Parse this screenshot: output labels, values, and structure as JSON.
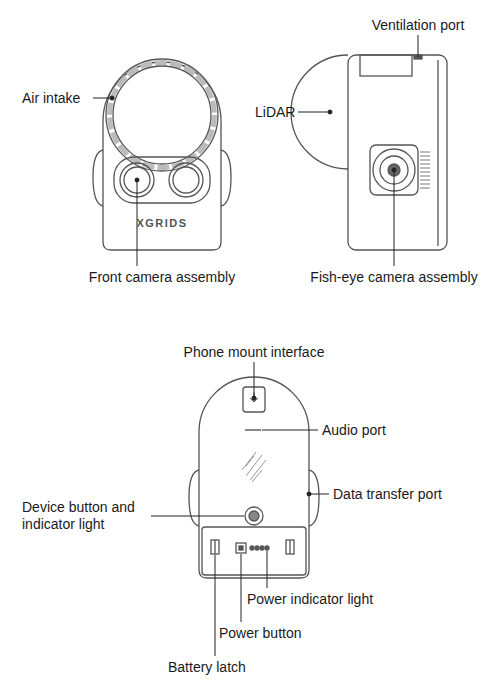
{
  "diagram": {
    "labels": [
      "Air intake",
      "XGRIDS",
      "Front camera assembly",
      "Ventilation port",
      "LiDAR",
      "Fish-eye camera assembly",
      "Phone mount interface",
      "Audio port",
      "Device button and indicator light",
      "Data transfer port",
      "Power indicator light",
      "Power button",
      "Battery latch"
    ]
  }
}
